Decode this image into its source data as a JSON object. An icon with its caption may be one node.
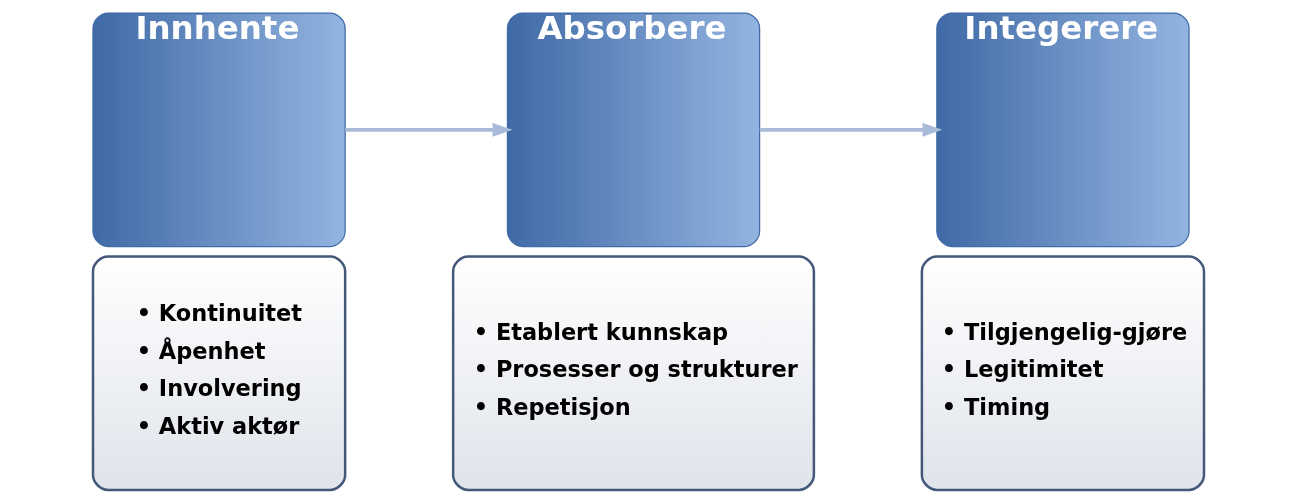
{
  "diagram": {
    "nodes": [
      {
        "text": [
          "Innhente"
        ]
      },
      {
        "text": [
          "• Kontinuitet",
          "• Åpenhet",
          "• Involvering",
          "• Aktiv aktør"
        ]
      },
      {
        "text": [
          "Absorbere"
        ]
      },
      {
        "text": [
          "• Etablert kunnskap",
          "• Prosesser og strukturer",
          "• Repetisjon"
        ]
      },
      {
        "text": [
          "Integerere"
        ]
      },
      {
        "text": [
          "• Tilgjengelig-gjøre",
          "• Legitimitet",
          "• Timing"
        ]
      }
    ],
    "edges": [
      {
        "from": 0,
        "to": 2,
        "arrow": "to"
      },
      {
        "from": 2,
        "to": 4,
        "arrow": "to"
      }
    ]
  }
}
